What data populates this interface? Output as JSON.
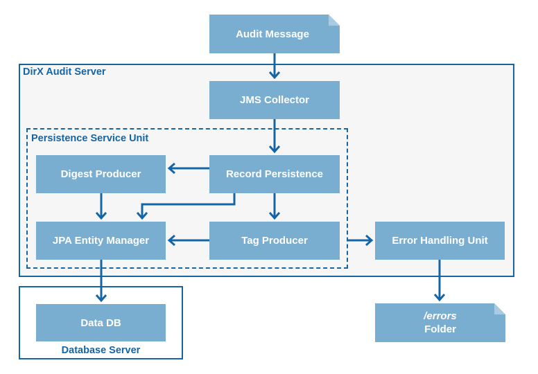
{
  "colors": {
    "accent": "#1565a5",
    "node_fill": "#7aaed0",
    "node_text": "#ffffff",
    "server_bg": "#f6f6f6"
  },
  "containers": {
    "audit_server": "DirX Audit Server",
    "persistence_unit": "Persistence Service Unit",
    "database_server": "Database Server"
  },
  "nodes": {
    "audit_message": "Audit Message",
    "jms_collector": "JMS Collector",
    "digest_producer": "Digest Producer",
    "record_persistence": "Record Persistence",
    "jpa_entity_manager": "JPA Entity Manager",
    "tag_producer": "Tag Producer",
    "error_handling_unit": "Error Handling Unit",
    "data_db": "Data DB",
    "errors_folder": {
      "path": "/errors",
      "label": "Folder"
    }
  }
}
